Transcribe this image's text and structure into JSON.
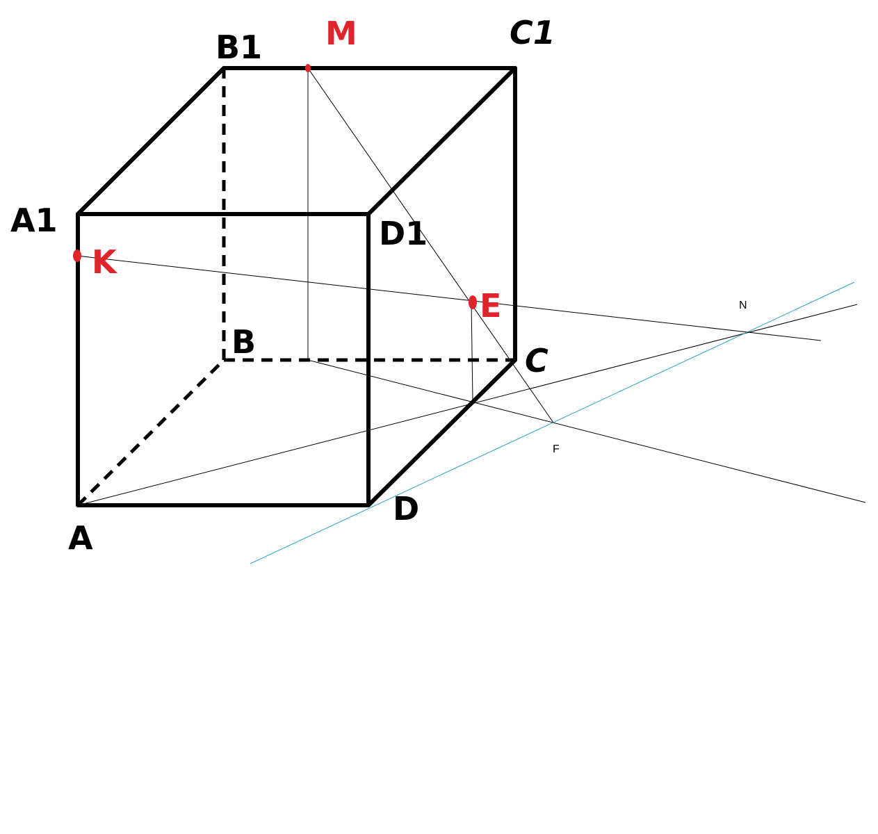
{
  "figure": {
    "vertices": {
      "A": "A",
      "B": "B",
      "C": "C",
      "D": "D",
      "A1": "A1",
      "B1": "B1",
      "C1": "C1",
      "D1": "D1"
    },
    "points": {
      "M": "M",
      "K": "K",
      "E": "E",
      "N": "N",
      "F": "F"
    },
    "colors": {
      "edge": "#000000",
      "point": "#e0242b",
      "section_line": "#2a9fc9",
      "construction": "#000000"
    }
  }
}
